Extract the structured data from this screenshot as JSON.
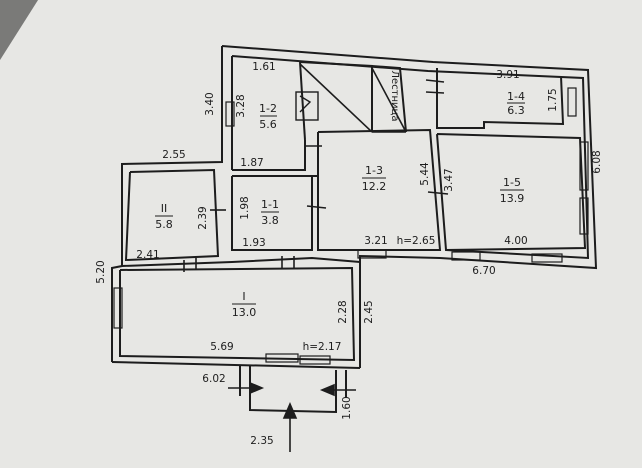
{
  "rooms": [
    {
      "id": "1-2",
      "area": "5.6"
    },
    {
      "id": "1-1",
      "area": "3.8"
    },
    {
      "id": "1-3",
      "area": "12.2"
    },
    {
      "id": "1-4",
      "area": "6.3"
    },
    {
      "id": "1-5",
      "area": "13.9"
    },
    {
      "id": "II",
      "area": "5.8"
    },
    {
      "id": "I",
      "area": "13.0"
    }
  ],
  "stair_label": "Лестница",
  "dimensions": [
    "1.61",
    "3.28",
    "3.40",
    "1.87",
    "3.91",
    "1.75",
    "6.08",
    "5.44",
    "3.47",
    "1.98",
    "1.93",
    "3.21",
    "h=2.65",
    "4.00",
    "6.70",
    "2.55",
    "2.39",
    "2.41",
    "5.20",
    "2.28",
    "2.45",
    "5.69",
    "h=2.17",
    "6.02",
    "1.60",
    "2.35"
  ],
  "colors": {
    "paper": "#e7e7e4",
    "ink": "#1d1d1d",
    "shadow": "#7a7a78"
  }
}
